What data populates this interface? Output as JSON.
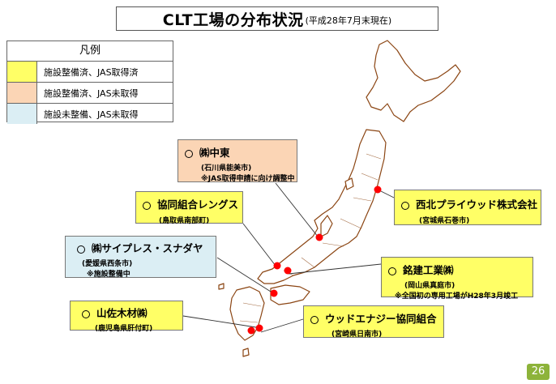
{
  "title": {
    "main": "CLT工場の分布状況",
    "sub": "(平成28年7月末現在)"
  },
  "legend": {
    "heading": "凡例",
    "items": [
      {
        "label": "施設整備済、JAS取得済",
        "color": "#ffff66"
      },
      {
        "label": "施設整備済、JAS未取得",
        "color": "#fbd5b5"
      },
      {
        "label": "施設未整備、JAS未取得",
        "color": "#dbeef4"
      }
    ]
  },
  "callouts": {
    "nakahigashi": {
      "name": "㈱中東",
      "location": "(石川県能美市)",
      "note": "※JAS取得申請に向け調整中",
      "color": "#fbd5b5"
    },
    "seihoku": {
      "name": "西北プライウッド株式会社",
      "location": "(宮城県石巻市)",
      "color": "#ffff66"
    },
    "lengus": {
      "name": "協同組合レングス",
      "location": "(鳥取県南部町)",
      "color": "#ffff66"
    },
    "cypress": {
      "name": "㈱サイプレス・スナダヤ",
      "location": "(愛媛県西条市)",
      "note": "※施設整備中",
      "color": "#dbeef4"
    },
    "meiken": {
      "name": "銘建工業㈱",
      "location": "(岡山県真庭市)",
      "note": "※全国初の専用工場がH28年3月竣工",
      "color": "#ffff66"
    },
    "yamasa": {
      "name": "山佐木材㈱",
      "location": "(鹿児島県肝付町)",
      "color": "#ffff66"
    },
    "woodenergy": {
      "name": "ウッドエナジー協同組合",
      "location": "(宮崎県日南市)",
      "color": "#ffff66"
    }
  },
  "page_number": "26",
  "colors": {
    "map_outline": "#8b4513",
    "marker": "#ff0000",
    "page_badge": "#8db33a"
  }
}
